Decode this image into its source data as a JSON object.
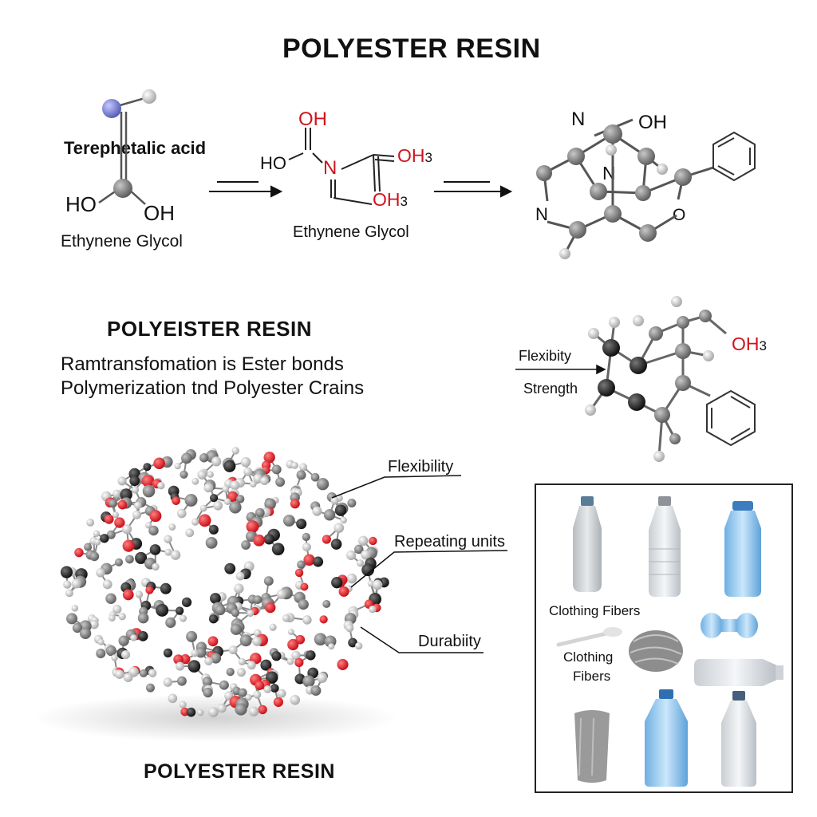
{
  "titles": {
    "main": "POLYESTER RESIN",
    "section": "POLYEISTER RESIN",
    "bottom": "POLYESTER RESIN"
  },
  "reactants": {
    "acid_label": "Terephetalic acid",
    "ho_left": "HO",
    "oh_right": "OH",
    "glycol_label_1": "Ethynene Glycol",
    "oh_top": "OH",
    "ho_mid": "HO",
    "n_red": "N",
    "oh3_a": "OH",
    "oh3_a_sub": "3",
    "oh3_b": "OH",
    "oh3_b_sub": "3",
    "glycol_label_2": "Ethynene Glycol"
  },
  "product": {
    "n_top": "N",
    "oh": "OH",
    "n_mid": "N",
    "n_left": "N",
    "o_ring": "O"
  },
  "description": {
    "line1": "Ramtransfomation is Ester bonds",
    "line2": "Polymerization tnd Polyester Crains"
  },
  "side_molecule": {
    "flexibility": "Flexibity",
    "strength": "Strength",
    "oh3": "OH",
    "oh3_sub": "3"
  },
  "cluster_labels": {
    "flexibility": "Flexibility",
    "repeating": "Repeating units",
    "durability": "Durabiity"
  },
  "products_panel": {
    "label1": "Clothing Fibers",
    "label2_line1": "Clothing",
    "label2_line2": "Fibers"
  },
  "colors": {
    "oxygen": "#d0141e",
    "carbon_dark": "#1c1c1c",
    "carbon_grey": "#7d7d7d",
    "hydrogen": "#d6d6d6",
    "nitrogen": "#8a8fd8",
    "bottle_blue": "#8fc6ec"
  }
}
